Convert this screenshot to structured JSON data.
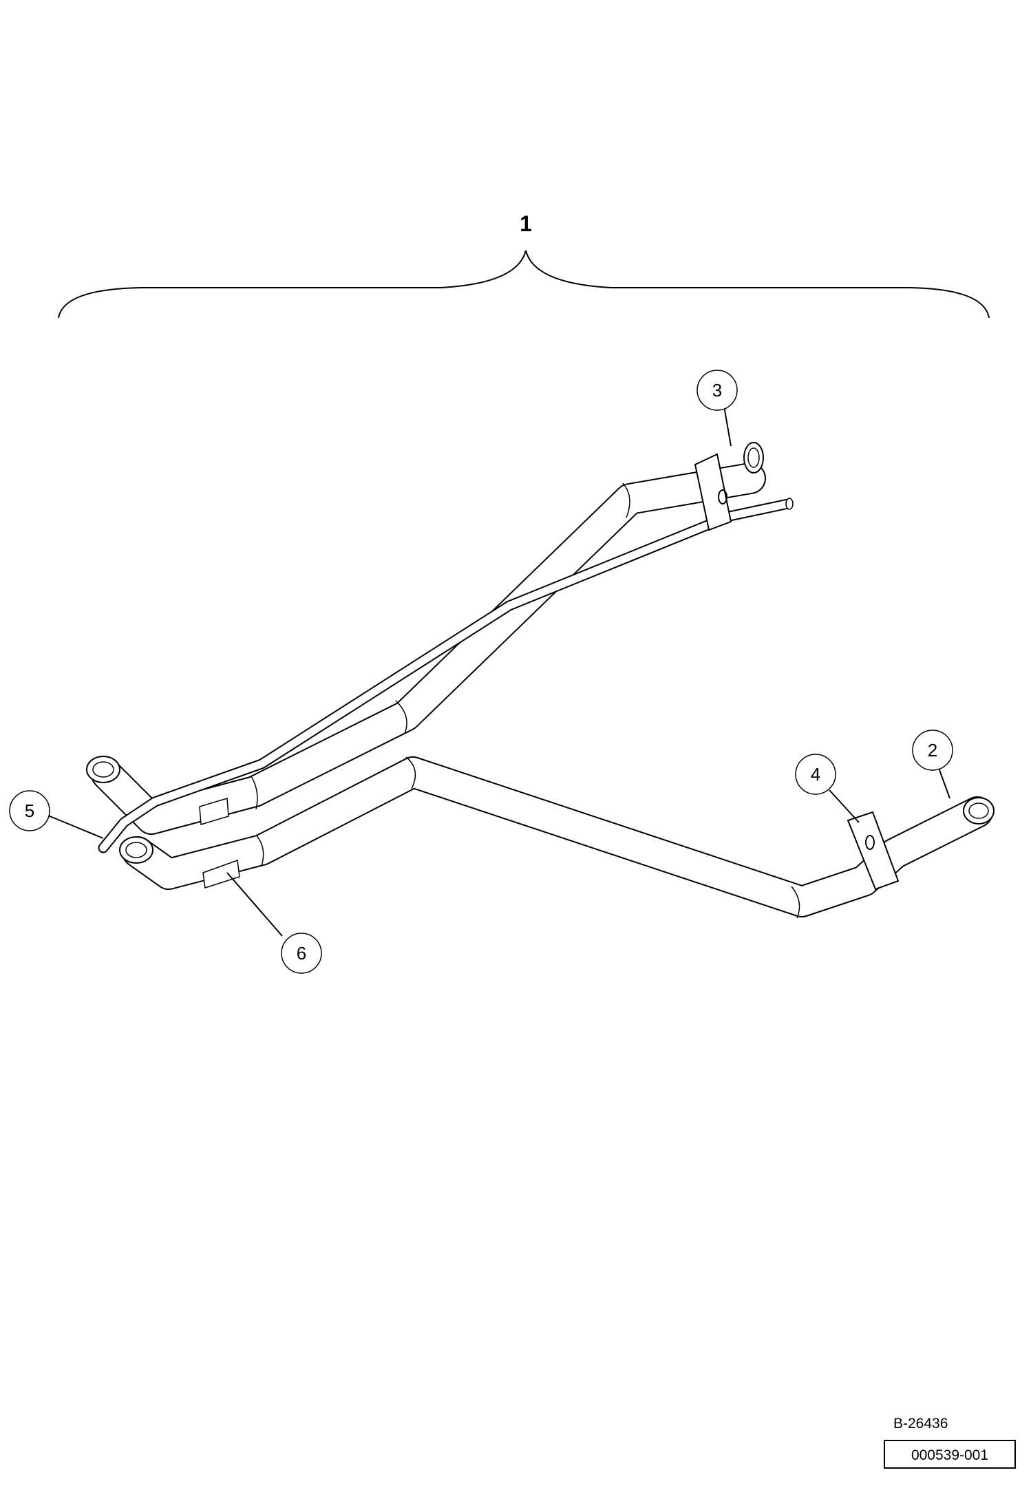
{
  "assembly": {
    "label": "1"
  },
  "callouts": [
    {
      "id": "2",
      "label": "2"
    },
    {
      "id": "3",
      "label": "3"
    },
    {
      "id": "4",
      "label": "4"
    },
    {
      "id": "5",
      "label": "5"
    },
    {
      "id": "6",
      "label": "6"
    }
  ],
  "references": {
    "drawing_number": "B-26436",
    "part_number": "000539-001"
  }
}
